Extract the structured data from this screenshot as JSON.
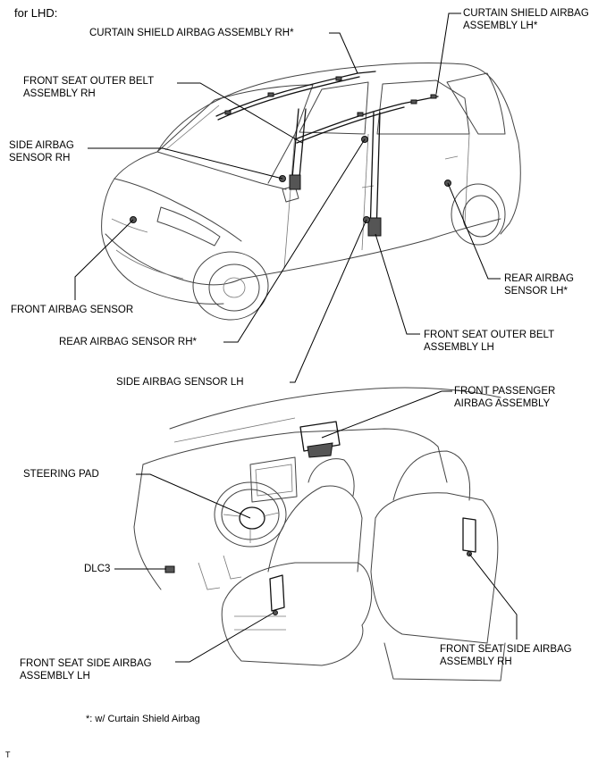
{
  "header": {
    "text": "for LHD:"
  },
  "labels": {
    "curtain_rh": [
      "CURTAIN SHIELD AIRBAG ASSEMBLY RH*"
    ],
    "curtain_lh": [
      "CURTAIN SHIELD AIRBAG",
      "ASSEMBLY LH*"
    ],
    "fso_belt_rh": [
      "FRONT SEAT OUTER BELT",
      "ASSEMBLY RH"
    ],
    "side_sensor_rh": [
      "SIDE AIRBAG",
      "SENSOR RH"
    ],
    "front_sensor": [
      "FRONT AIRBAG SENSOR"
    ],
    "rear_sensor_rh": [
      "REAR AIRBAG SENSOR RH*"
    ],
    "side_sensor_lh": [
      "SIDE AIRBAG SENSOR LH"
    ],
    "rear_sensor_lh": [
      "REAR AIRBAG",
      "SENSOR LH*"
    ],
    "fso_belt_lh": [
      "FRONT SEAT OUTER BELT",
      "ASSEMBLY LH"
    ],
    "front_passenger": [
      "FRONT PASSENGER",
      "AIRBAG ASSEMBLY"
    ],
    "steering_pad": [
      "STEERING PAD"
    ],
    "dlc3": [
      "DLC3"
    ],
    "seat_side_lh": [
      "FRONT SEAT SIDE AIRBAG",
      "ASSEMBLY LH"
    ],
    "seat_side_rh": [
      "FRONT SEAT SIDE AIRBAG",
      "ASSEMBLY RH"
    ]
  },
  "footnote": "*: w/ Curtain Shield Airbag",
  "corner_mark": "T"
}
